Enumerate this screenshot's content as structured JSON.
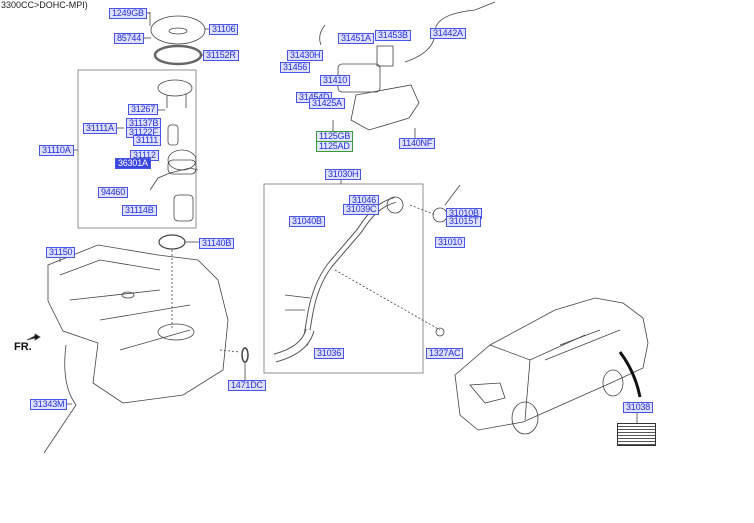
{
  "header_text": "3300CC>DOHC-MPI)",
  "front_marker": "FR.",
  "parts": {
    "p1249GB": "1249GB",
    "p31106": "31106",
    "p85744": "85744",
    "p31152R": "31152R",
    "p31267": "31267",
    "p31111A": "31111A",
    "p31137B": "31137B",
    "p31122F": "31122F",
    "p31111": "31111",
    "p31110A": "31110A",
    "p31112": "31112",
    "p36301A": "36301A",
    "p94460": "94460",
    "p31114B": "31114B",
    "p31150": "31150",
    "p31140B": "31140B",
    "p31343M": "31343M",
    "p1471DC": "1471DC",
    "p31451A": "31451A",
    "p31453B": "31453B",
    "p31442A": "31442A",
    "p31430H": "31430H",
    "p31456": "31456",
    "p31410": "31410",
    "p31454D": "31454D",
    "p31425A": "31425A",
    "p1125GB": "1125GB",
    "p1125AD": "1125AD",
    "p1140NF": "1140NF",
    "p31030H": "31030H",
    "p31046": "31046",
    "p31039C": "31039C",
    "p31040B": "31040B",
    "p31010B": "31010B",
    "p31015T": "31015T",
    "p31010": "31010",
    "p31036": "31036",
    "p1327AC": "1327AC",
    "p31038": "31038"
  },
  "colors": {
    "label_border": "#4a55e8",
    "label_fill": "#dfe1ff",
    "highlight": "#3a46e0",
    "green_border": "#3a9a3a"
  }
}
